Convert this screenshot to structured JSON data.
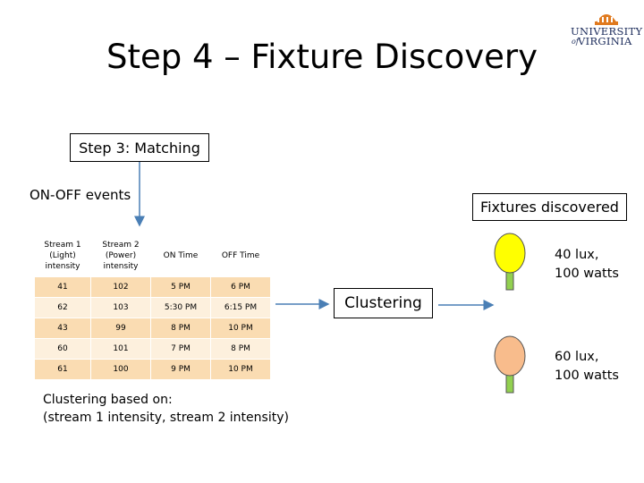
{
  "title": "Step 4 – Fixture Discovery",
  "logo": {
    "line1": "UNIVERSITY",
    "of": "of",
    "line2": "VIRGINIA"
  },
  "step3_label": "Step 3: Matching",
  "onoff_label": "ON-OFF events",
  "fixtures_label": "Fixtures discovered",
  "clustering_label": "Clustering",
  "clustering_note": {
    "line1": "Clustering based on:",
    "line2": "(stream 1 intensity, stream 2 intensity)"
  },
  "table": {
    "headers": [
      [
        "Stream 1",
        "(Light)",
        "intensity"
      ],
      [
        "Stream 2",
        "(Power)",
        "intensity"
      ],
      [
        "ON Time"
      ],
      [
        "OFF Time"
      ]
    ],
    "rows": [
      [
        "41",
        "102",
        "5 PM",
        "6 PM"
      ],
      [
        "62",
        "103",
        "5:30 PM",
        "6:15 PM"
      ],
      [
        "43",
        "99",
        "8 PM",
        "10 PM"
      ],
      [
        "60",
        "101",
        "7 PM",
        "8 PM"
      ],
      [
        "61",
        "100",
        "9 PM",
        "10 PM"
      ]
    ]
  },
  "fixture1": {
    "line1": "40 lux,",
    "line2": "100 watts",
    "color": "#ffff00",
    "stem": "#92d050"
  },
  "fixture2": {
    "line1": "60 lux,",
    "line2": "100 watts",
    "color": "#f8bc8c",
    "stem": "#92d050"
  },
  "colors": {
    "arrow": "#4a7fb5",
    "row_dark": "#fadcb2",
    "row_light": "#fdf0dd",
    "logo": "#1a2a5a",
    "logo_dome": "#e07a1f"
  }
}
